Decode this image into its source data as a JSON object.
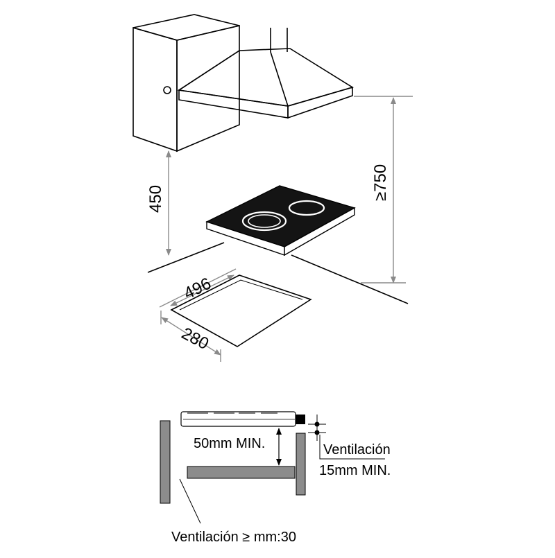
{
  "dimensions": {
    "hood_to_hob_gap": "450",
    "min_hood_height": "≥750",
    "cutout_length": "496",
    "cutout_width": "280"
  },
  "section": {
    "gap_min": "50mm MIN.",
    "side_label": "Ventilación",
    "side_min": "15mm MIN.",
    "bottom_vent": "Ventilación ≥ mm:30"
  },
  "colors": {
    "line": "#000000",
    "dimension_line": "#8a8a8a",
    "cabinet_panel": "#8c8c8c",
    "hob_glass": "#141414",
    "burner_ring": "#ffffff"
  }
}
